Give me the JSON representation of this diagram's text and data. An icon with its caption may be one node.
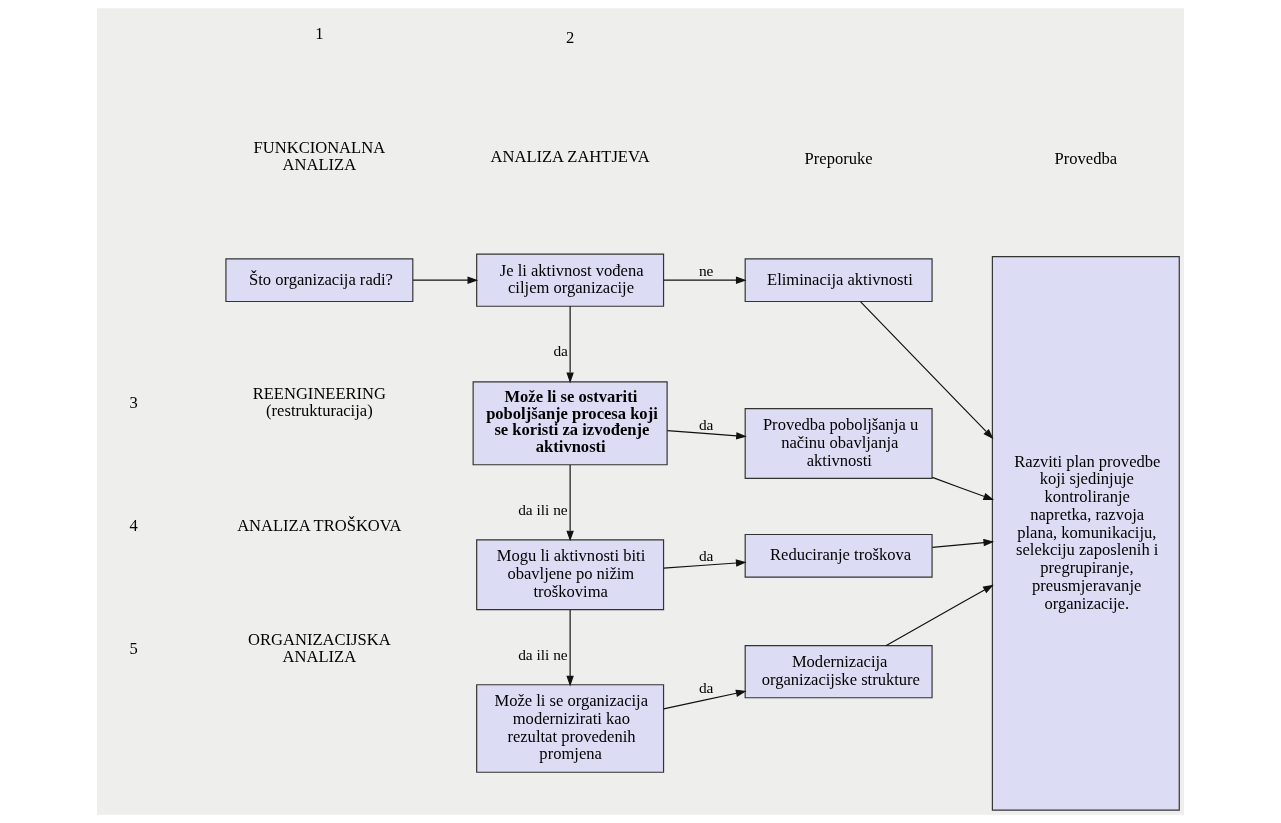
{
  "diagram": {
    "nodes": [
      {
        "text": [
          "Što organizacija radi?"
        ]
      },
      {
        "text": [
          "Je li aktivnost vođena ciljem organizacije"
        ]
      },
      {
        "text": [
          "Eliminacija aktivnosti"
        ]
      },
      {
        "text": [
          "Može li se ostvariti poboljšanje procesa koji se koristi za izvođenje aktivnosti"
        ]
      },
      {
        "text": [
          "Provedba poboljšanja u načinu obavljanja aktivnosti"
        ]
      },
      {
        "text": [
          "Mogu li aktivnosti biti obavljene po nižim troškovima"
        ]
      },
      {
        "text": [
          "Reduciranje troškova"
        ]
      },
      {
        "text": [
          "Može li se organizacija modernizirati kao rezultat provedenih promjena"
        ]
      },
      {
        "text": [
          "Modernizacija organizacijske strukture"
        ]
      },
      {
        "text": [
          "Razviti plan provedbe koji sjedinjuje kontroliranje napretka, razvoja plana, komunikaciju, selekciju zaposlenih i pregrupiranje, preusmjeravanje organizacije."
        ]
      }
    ],
    "edges": [
      {
        "from": 0,
        "to": 1,
        "arrow": "to"
      },
      {
        "from": 1,
        "to": 2,
        "arrow": "to",
        "label": "ne"
      },
      {
        "from": 1,
        "to": 3,
        "arrow": "to",
        "label": "da"
      },
      {
        "from": 3,
        "to": 4,
        "arrow": "to",
        "label": "da"
      },
      {
        "from": 3,
        "to": 5,
        "arrow": "to",
        "label": "da ili ne"
      },
      {
        "from": 5,
        "to": 6,
        "arrow": "to",
        "label": "da"
      },
      {
        "from": 5,
        "to": 7,
        "arrow": "to",
        "label": "da ili ne"
      },
      {
        "from": 7,
        "to": 8,
        "arrow": "to",
        "label": "da"
      },
      {
        "from": 2,
        "to": 9,
        "arrow": "to"
      },
      {
        "from": 4,
        "to": 9,
        "arrow": "to"
      },
      {
        "from": 6,
        "to": 9,
        "arrow": "to"
      },
      {
        "from": 8,
        "to": 9,
        "arrow": "to"
      }
    ],
    "labels": [
      "1",
      "2",
      "FUNKCIONALNA ANALIZA",
      "ANALIZA ZAHTJEVA",
      "Preporuke",
      "Provedba",
      "3",
      "REENGINEERING (restrukturacija)",
      "4",
      "ANALIZA TROŠKOVA",
      "5",
      "ORGANIZACIJSKA ANALIZA"
    ]
  }
}
